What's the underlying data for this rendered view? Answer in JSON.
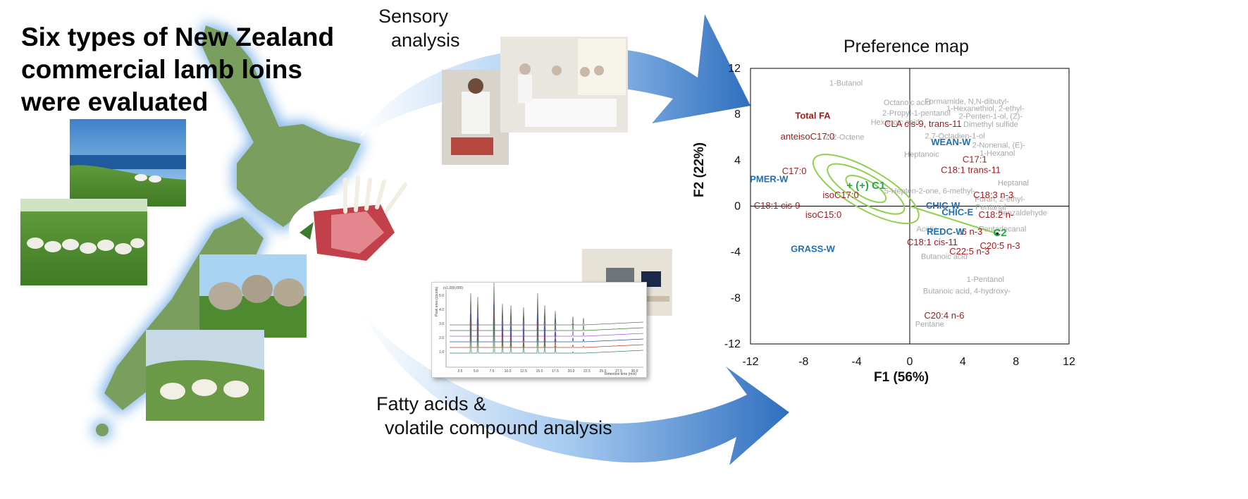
{
  "headline": [
    "Six types of New Zealand",
    "commercial lamb loins",
    "were evaluated"
  ],
  "sensory_label": [
    "Sensory",
    "analysis"
  ],
  "fatty_label": [
    "Fatty acids &",
    "volatile compound analysis"
  ],
  "chromatogram": {
    "multiplier": "(x1,000,000)",
    "ylabel": "Peak area (counts)",
    "xlabel": "Retention time (min)",
    "yticks": [
      "1.0",
      "2.0",
      "3.0",
      "4.0",
      "5.0"
    ],
    "xticks": [
      "2.5",
      "5.0",
      "7.5",
      "10.0",
      "12.5",
      "15.0",
      "17.5",
      "20.0",
      "22.5",
      "25.0",
      "27.5",
      "30.0"
    ]
  },
  "colors": {
    "map_green": "#7a9e5e",
    "glow": "#7fb3e8",
    "arrow_blue": "#2f6fbf",
    "fa_red": "#9b1c1c",
    "product_blue": "#1f6fb2",
    "volatile_grey": "#a8a8a8",
    "ellipse_green": "#8fd14f",
    "cluster_green": "#22a94a"
  },
  "chart_data": {
    "type": "scatter",
    "title": "Preference map",
    "xlabel": "F1 (56%)",
    "ylabel": "F2 (22%)",
    "xlim": [
      -12,
      12
    ],
    "ylim": [
      -12,
      12
    ],
    "xticks": [
      "-12",
      "-8",
      "-4",
      "0",
      "4",
      "8",
      "12"
    ],
    "yticks": [
      "12",
      "8",
      "4",
      "0",
      "-4",
      "-8",
      "-12"
    ],
    "products": [
      {
        "label": "WEAN-W",
        "x": 3.1,
        "y": 5.3
      },
      {
        "label": "PMER-W",
        "x": -10.6,
        "y": 2.1
      },
      {
        "label": "CHIC-W",
        "x": 2.5,
        "y": -0.2
      },
      {
        "label": "CHIC-E",
        "x": 3.6,
        "y": -0.8
      },
      {
        "label": "REDC-W",
        "x": 2.7,
        "y": -2.5
      },
      {
        "label": "GRASS-W",
        "x": -7.3,
        "y": -4.0
      }
    ],
    "fatty_acids": [
      {
        "label": "Total FA",
        "x": -7.3,
        "y": 7.6,
        "bold": true
      },
      {
        "label": "anteisoC17:0",
        "x": -7.7,
        "y": 5.8
      },
      {
        "label": "C17:0",
        "x": -8.7,
        "y": 2.8
      },
      {
        "label": "isoC17:0",
        "x": -5.2,
        "y": 0.7
      },
      {
        "label": "C18:1 cis-9",
        "x": -10.0,
        "y": -0.2
      },
      {
        "label": "isoC15:0",
        "x": -6.5,
        "y": -1.0
      },
      {
        "label": "CLA cis-9, trans-11",
        "x": 1.0,
        "y": 6.9
      },
      {
        "label": "C17:1",
        "x": 4.9,
        "y": 3.8
      },
      {
        "label": "C18:1 trans-11",
        "x": 4.6,
        "y": 2.9
      },
      {
        "label": "C18:3 n-3",
        "x": 6.3,
        "y": 0.7
      },
      {
        "label": "C18:2 n-",
        "x": 6.5,
        "y": -1.0
      },
      {
        "label": "C18:1 cis-11",
        "x": 1.7,
        "y": -3.4
      },
      {
        "label": "C20:5 n-3",
        "x": 6.8,
        "y": -3.7
      },
      {
        "label": "C22:5 n-3",
        "x": 4.5,
        "y": -4.2
      },
      {
        "label": "C20:4 n-6",
        "x": 2.6,
        "y": -9.8
      },
      {
        "label": ":6 n-3",
        "x": 4.6,
        "y": -2.5
      }
    ],
    "volatiles": [
      {
        "label": "1-Butanol",
        "x": -4.8,
        "y": 10.5
      },
      {
        "label": "Octanoic acid",
        "x": -0.2,
        "y": 8.8
      },
      {
        "label": "Formamide, N,N-dibutyl-",
        "x": 4.3,
        "y": 8.9
      },
      {
        "label": "1-Hexanethiol, 2-ethyl-",
        "x": 5.7,
        "y": 8.3
      },
      {
        "label": "2-Propyl-1-pentanol",
        "x": 0.5,
        "y": 7.9
      },
      {
        "label": "Hexanoic acid",
        "x": -1.1,
        "y": 7.1
      },
      {
        "label": "2-Penten-1-ol, (Z)-",
        "x": 6.1,
        "y": 7.6
      },
      {
        "label": "Dimethyl sulfide",
        "x": 6.1,
        "y": 6.9
      },
      {
        "label": "Z-2-Octene",
        "x": -4.9,
        "y": 5.8
      },
      {
        "label": "2,7-Octadien-1-ol",
        "x": 3.4,
        "y": 5.9
      },
      {
        "label": "2-Nonenal, (E)-",
        "x": 6.7,
        "y": 5.1
      },
      {
        "label": "1-Hexanol",
        "x": 6.6,
        "y": 4.4
      },
      {
        "label": "Heptanoic",
        "x": 0.9,
        "y": 4.3
      },
      {
        "label": "Heptanal",
        "x": 7.8,
        "y": 1.8
      },
      {
        "label": "5-Hepten-2-one, 6-methyl-",
        "x": 1.5,
        "y": 1.1
      },
      {
        "label": "Furan, 2-ethyl-",
        "x": 6.8,
        "y": 0.4
      },
      {
        "label": "Pentanal",
        "x": 6.1,
        "y": -0.3
      },
      {
        "label": "Benzaldehyde",
        "x": 8.5,
        "y": -0.8
      },
      {
        "label": "Acetic",
        "x": 1.3,
        "y": -2.2
      },
      {
        "label": "Pentadecanal",
        "x": 7.0,
        "y": -2.2
      },
      {
        "label": "Butanoic acid",
        "x": 2.6,
        "y": -4.6
      },
      {
        "label": "1-Pentanol",
        "x": 5.7,
        "y": -6.6
      },
      {
        "label": "Butanoic acid, 4-hydroxy-",
        "x": 4.3,
        "y": -7.6
      },
      {
        "label": "Pentane",
        "x": 1.5,
        "y": -10.5
      }
    ],
    "clusters": [
      {
        "label": "+ (+) C1",
        "x": -3.3,
        "y": 1.5
      },
      {
        "label": "C2",
        "x": 6.8,
        "y": -2.6
      }
    ]
  }
}
